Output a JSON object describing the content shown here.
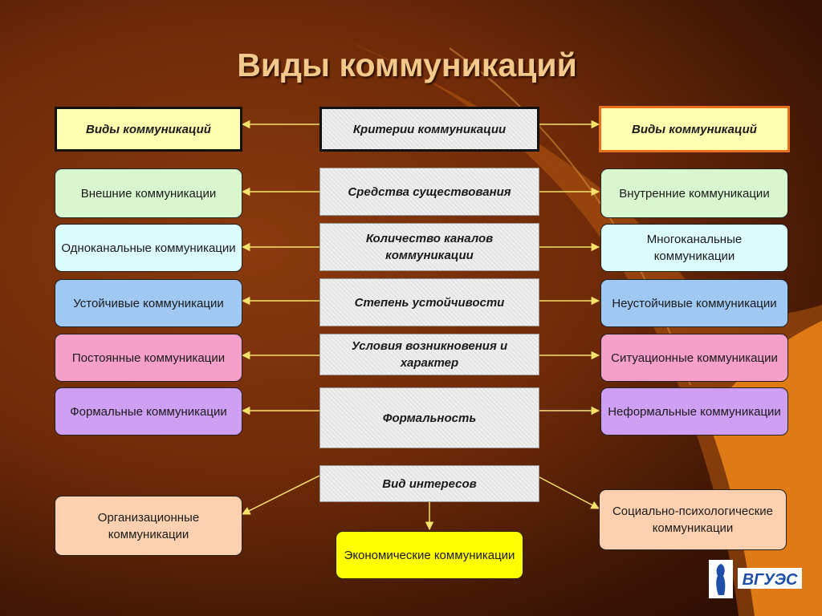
{
  "title": "Виды коммуникаций",
  "header": {
    "left": "Виды коммуникаций",
    "center": "Критерии коммуникации",
    "right": "Виды коммуникаций"
  },
  "criteria": [
    "Средства существования",
    "Количество каналов коммуникации",
    "Степень устойчивости",
    "Условия возникновения и характер",
    "Формальность",
    "Вид интересов"
  ],
  "left_types": [
    "Внешние коммуникации",
    "Одноканальные коммуникации",
    "Устойчивые коммуникации",
    "Постоянные коммуникации",
    "Формальные коммуникации"
  ],
  "right_types": [
    "Внутренние коммуникации",
    "Многоканальные коммуникации",
    "Неустойчивые коммуникации",
    "Ситуационные коммуникации",
    "Неформальные коммуникации"
  ],
  "interest_types": {
    "left": "Организационные коммуникации",
    "center": "Экономические коммуникации",
    "right": "Социально-психологические коммуникации"
  },
  "logo": {
    "text": "ВГУЭС"
  },
  "colors": {
    "arrow": "#f5e26a",
    "header_fill": "#ffffb0",
    "row1": "#d9f7cf",
    "row2": "#dcfbfb",
    "row3": "#9fc9f3",
    "row4": "#f69fc9",
    "row5": "#cf9ff3",
    "peach": "#fdd1b0",
    "yellow": "#ffff00"
  }
}
